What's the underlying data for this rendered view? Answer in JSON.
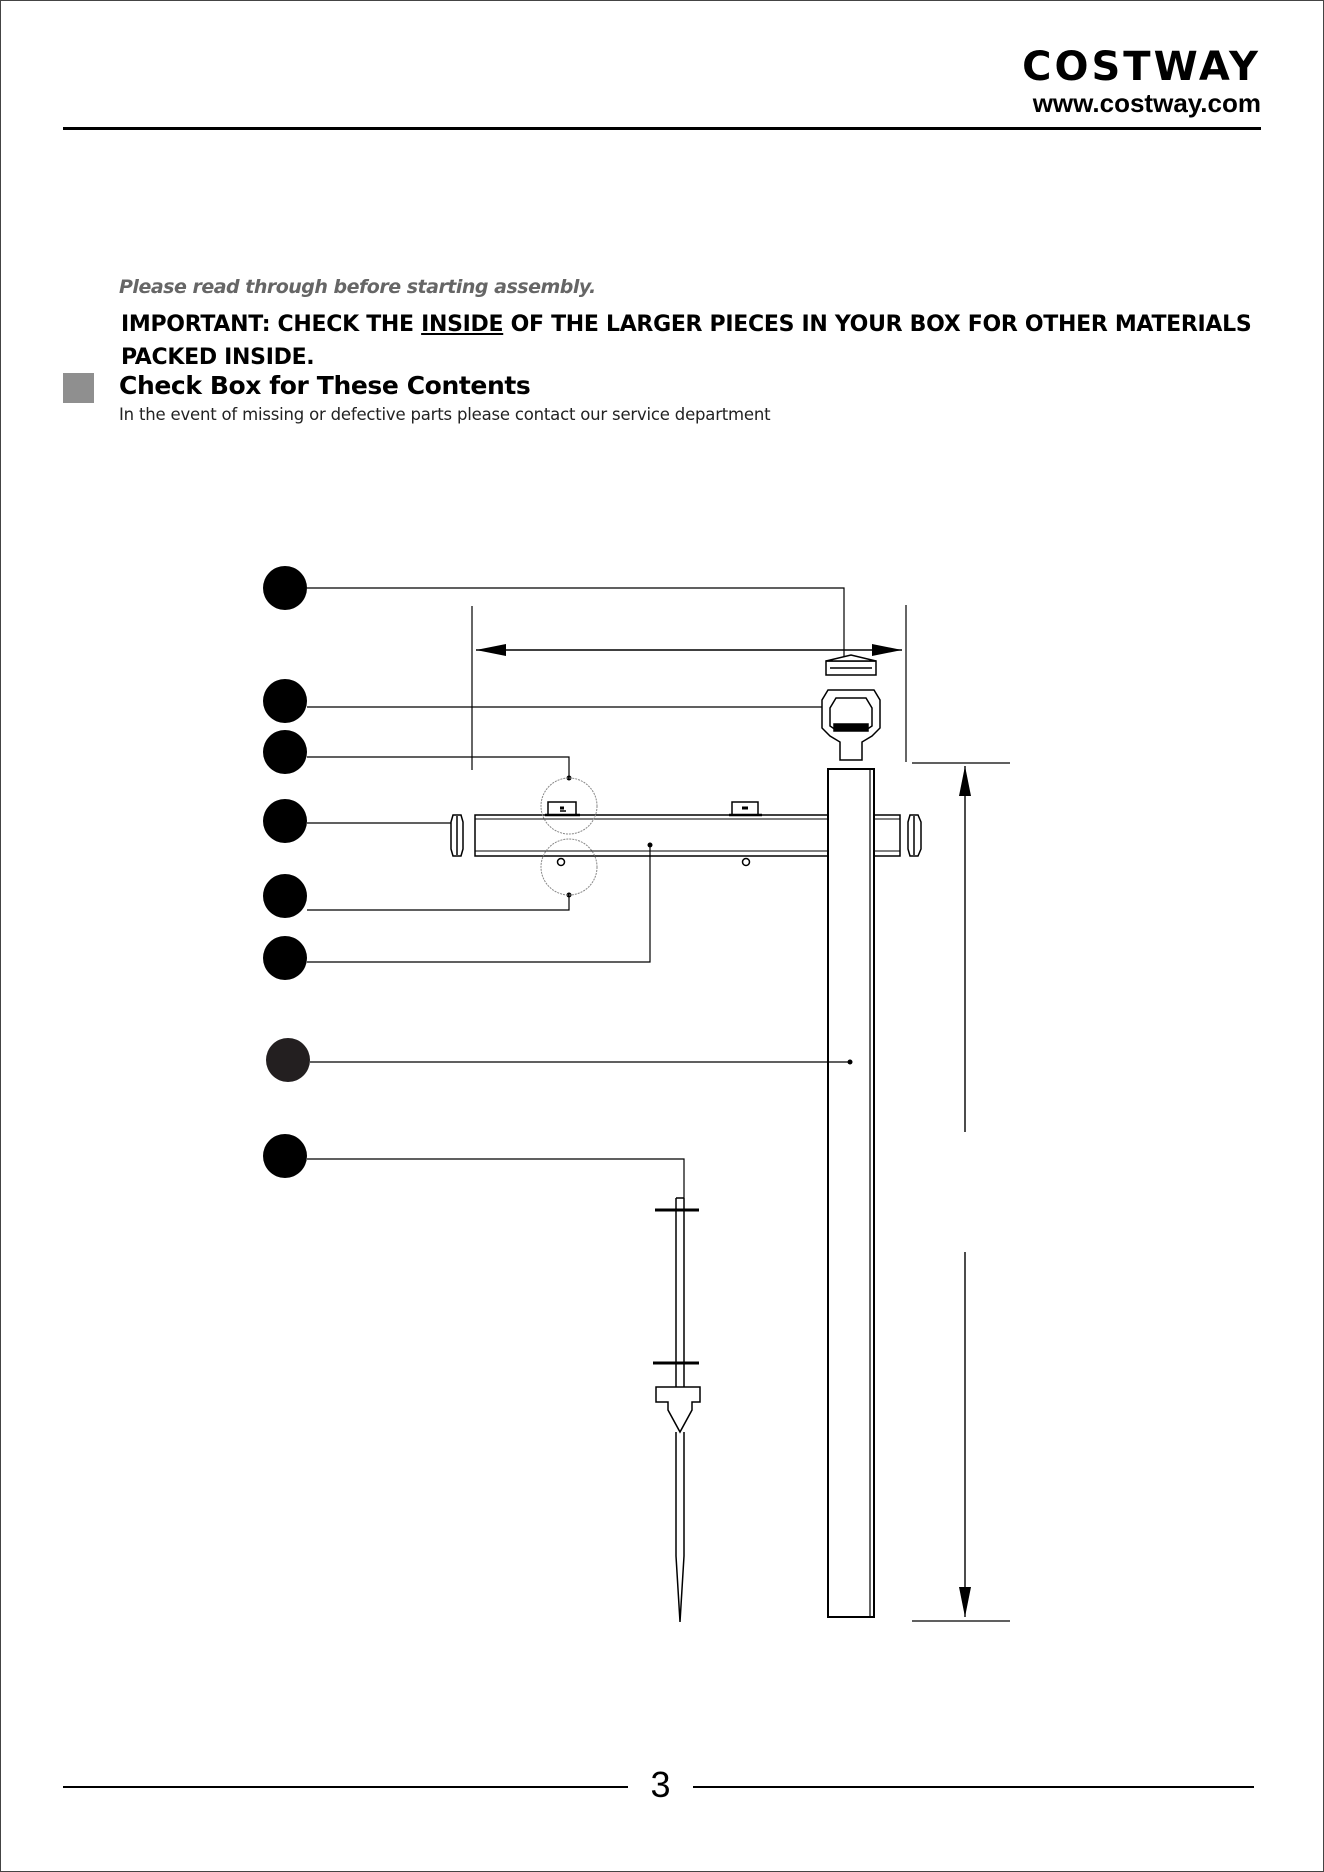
{
  "header": {
    "brand": "COSTWAY",
    "url": "www.costway.com"
  },
  "intro": {
    "note": "Please read through before starting assembly.",
    "important_pre": "IMPORTANT:  CHECK  THE  ",
    "important_emph": "INSIDE",
    "important_post": " OF THE LARGER PIECES IN YOUR BOX FOR OTHER MATERIALS PACKED INSIDE.",
    "section_title": "Check Box for These Contents",
    "section_sub": "In the event of missing or defective parts please contact our service department"
  },
  "footer": {
    "page_number": "3"
  }
}
